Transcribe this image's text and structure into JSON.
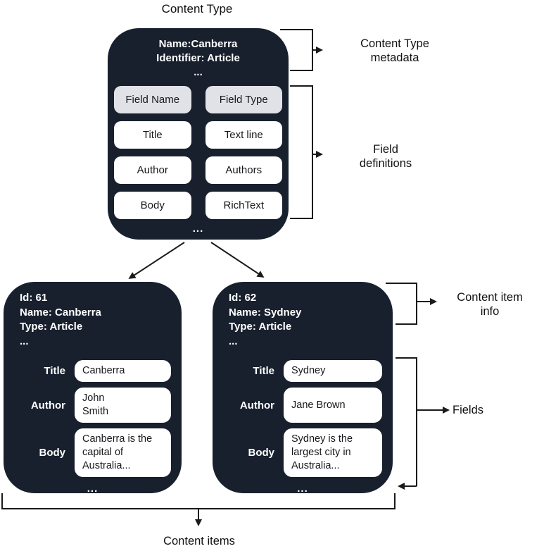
{
  "title": "Content Type",
  "content_type": {
    "meta": "Name:Canberra\nIdentifier: Article\n...",
    "grid": {
      "headers": [
        "Field Name",
        "Field Type"
      ],
      "rows": [
        [
          "Title",
          "Text line"
        ],
        [
          "Author",
          "Authors"
        ],
        [
          "Body",
          "RichText"
        ]
      ]
    },
    "ellipsis": "..."
  },
  "annotations": {
    "content_type_metadata": "Content Type\nmetadata",
    "field_definitions": "Field\ndefinitions",
    "content_item_info": "Content item\ninfo",
    "fields": "Fields",
    "content_items": "Content items"
  },
  "items": [
    {
      "info": "Id: 61\nName: Canberra\nType: Article\n...",
      "fields": [
        {
          "label": "Title",
          "value": "Canberra"
        },
        {
          "label": "Author",
          "value": "John\nSmith"
        },
        {
          "label": "Body",
          "value": "Canberra is the\ncapital of\nAustralia..."
        }
      ],
      "ellipsis": "..."
    },
    {
      "info": "Id: 62\nName: Sydney\nType: Article\n...",
      "fields": [
        {
          "label": "Title",
          "value": "Sydney"
        },
        {
          "label": "Author",
          "value": "Jane Brown"
        },
        {
          "label": "Body",
          "value": "Sydney is the\nlargest city in\nAustralia..."
        }
      ],
      "ellipsis": "..."
    }
  ],
  "colors": {
    "box_dark": "#18202e",
    "cell_header": "#e1e2e8",
    "cell_white": "#ffffff",
    "line": "#1a1a1a"
  }
}
